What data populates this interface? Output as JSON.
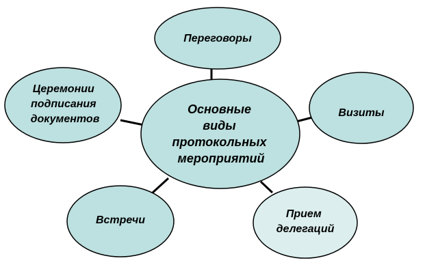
{
  "colors": {
    "node_fill": "#bde0e0",
    "node_fill_light": "#dcefee",
    "outline": "#000000",
    "text": "#000000"
  },
  "diagram": {
    "center": {
      "lines": [
        "Основные",
        "виды",
        "протокольных",
        "мероприятий"
      ]
    },
    "nodes": [
      {
        "id": "negotiations",
        "lines": [
          "Переговоры"
        ]
      },
      {
        "id": "visits",
        "lines": [
          "Визиты"
        ]
      },
      {
        "id": "delegations",
        "lines": [
          "Прием",
          "делегаций"
        ]
      },
      {
        "id": "meetings",
        "lines": [
          "Встречи"
        ]
      },
      {
        "id": "ceremonies",
        "lines": [
          "Церемонии",
          "подписания",
          "документов"
        ]
      }
    ]
  }
}
